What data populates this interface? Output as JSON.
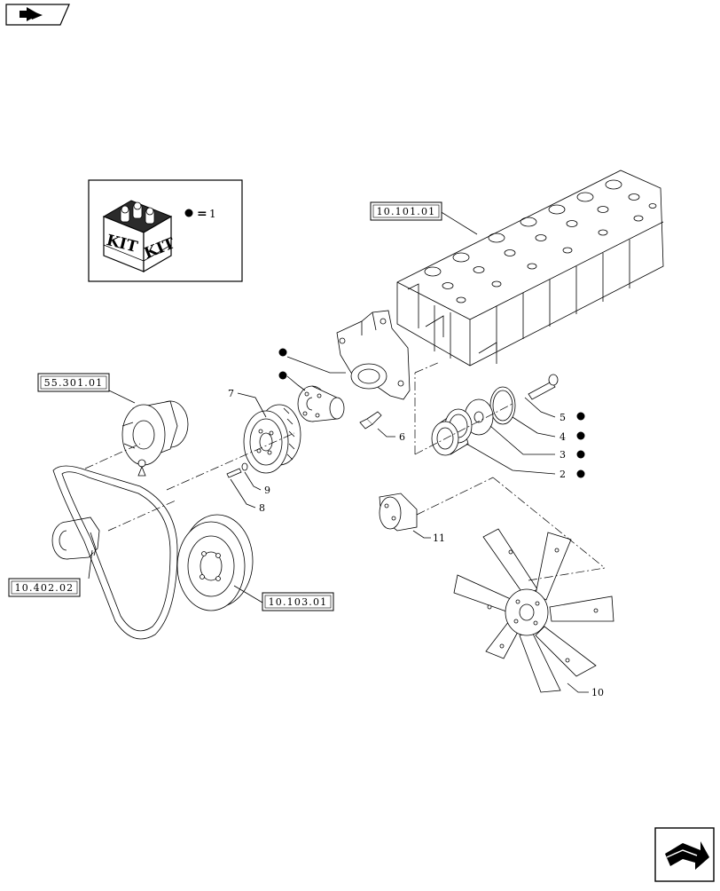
{
  "kit": {
    "word_left": "KIT",
    "word_right": "KIT",
    "legend_equals": "=",
    "legend_value": "1"
  },
  "references": {
    "cylinder_head": "10.101.01",
    "alternator": "55.301.01",
    "water_pump": "10.402.02",
    "crankshaft_pulley": "10.103.01"
  },
  "callouts": {
    "c2": "2",
    "c3": "3",
    "c4": "4",
    "c5": "5",
    "c6": "6",
    "c7": "7",
    "c8": "8",
    "c9": "9",
    "c10": "10",
    "c11": "11"
  },
  "icons": {
    "top_left": "previous-page-icon",
    "bottom_right": "next-page-icon"
  },
  "colors": {
    "line": "#000000",
    "paper": "#ffffff"
  }
}
